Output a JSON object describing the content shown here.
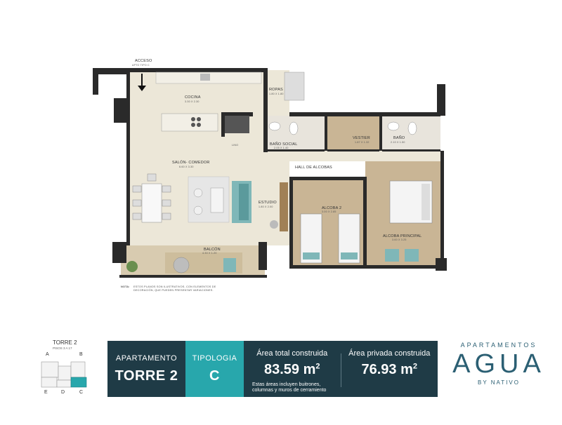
{
  "plan": {
    "labels": {
      "acceso": "ACCESO",
      "acceso2": "APTO TIPO C",
      "cocina": "COCINA",
      "cocina_dim": "3.30 X 2.30",
      "ropas": "ROPAS",
      "ropas_dim": "1.80 X 1.80",
      "bano_social": "BAÑO SOCIAL",
      "bano_social_dim": "2.05 X 1.40",
      "lino": "LINO",
      "vestier": "VESTIER",
      "vestier_dim": "1.87 X 1.32",
      "bano": "BAÑO",
      "bano_dim": "2.10 X 1.50",
      "salon": "SALÓN- COMEDOR",
      "salon_dim": "6.60 X 3.30",
      "hall": "HALL DE ALCOBAS",
      "estudio": "ESTUDIO",
      "estudio_dim": "1.80 X 2.00",
      "alcoba2": "ALCOBA 2",
      "alcoba2_dim": "3.00 X 2.85",
      "alcoba_principal": "ALCOBA PRINCIPAL",
      "alcoba_principal_dim": "3.60 X 3.25",
      "balcon": "BALCÓN",
      "balcon_dim": "4.30 X 1.20",
      "nota_head": "NOTA:",
      "nota1": "ESTOS PLANOS SON ILUSTRATIVOS, CON ELEMENTOS DE",
      "nota2": "DECORACIÓN, QUE PUEDEN PRESENTAR VARIACIONES."
    }
  },
  "mini_map": {
    "tower": "TORRE 2",
    "floors": "PISOS 3 A 17",
    "letters": [
      "A",
      "B",
      "E",
      "D",
      "C"
    ]
  },
  "info_bar": {
    "apartment_label": "APARTAMENTO",
    "apartment_value": "TORRE 2",
    "type_label": "TIPOLOGIA",
    "type_value": "C",
    "total_label": "Área total construida",
    "total_value": "83.59 m",
    "private_label": "Área privada construida",
    "private_value": "76.93 m",
    "unit_exp": "2",
    "note1": "Estas áreas incluyen buitrones,",
    "note2": "columnas y muros de cerramiento"
  },
  "brand": {
    "top": "APARTAMENTOS",
    "name": "AGUA",
    "by": "BY NATIVO"
  },
  "colors": {
    "wall": "#2a2a2a",
    "floor_light": "#ece7d8",
    "floor_wood": "#c9b595",
    "panel_dark": "#1f3b46",
    "accent_teal": "#28a7ac",
    "brand": "#2b5f73"
  }
}
